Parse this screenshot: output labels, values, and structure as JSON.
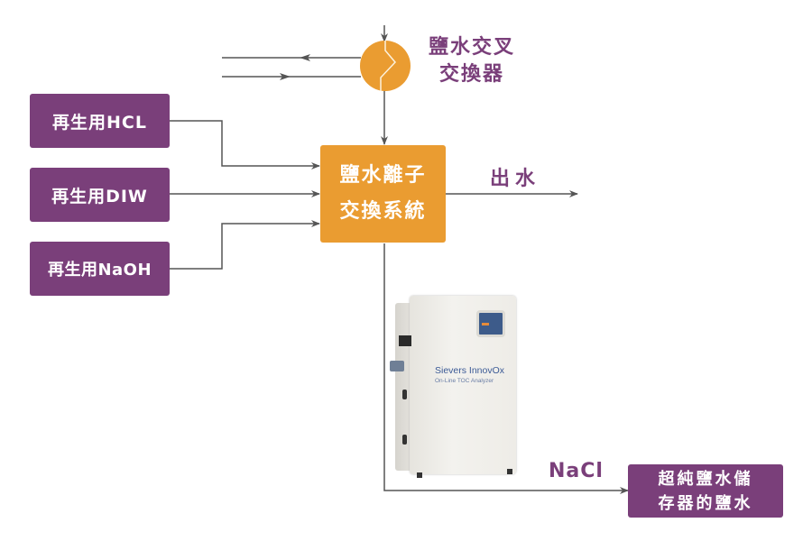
{
  "diagram": {
    "heat_exchanger": {
      "label_line1": "鹽水交叉",
      "label_line2": "交換器"
    },
    "inputs": [
      {
        "label": "再生用HCL"
      },
      {
        "label": "再生用DIW"
      },
      {
        "label": "再生用NaOH"
      }
    ],
    "ion_exchange": {
      "label_line1": "鹽水離子",
      "label_line2": "交換系統"
    },
    "outlet_label": "出水",
    "analyzer": {
      "brand": "Sievers InnovOx",
      "subtitle": "On-Line TOC Analyzer"
    },
    "nacl_label": "NaCl",
    "storage": {
      "label_line1": "超純鹽水儲",
      "label_line2": "存器的鹽水"
    },
    "colors": {
      "purple": "#7a3f7a",
      "orange": "#ea9c31",
      "line": "#555555"
    }
  }
}
